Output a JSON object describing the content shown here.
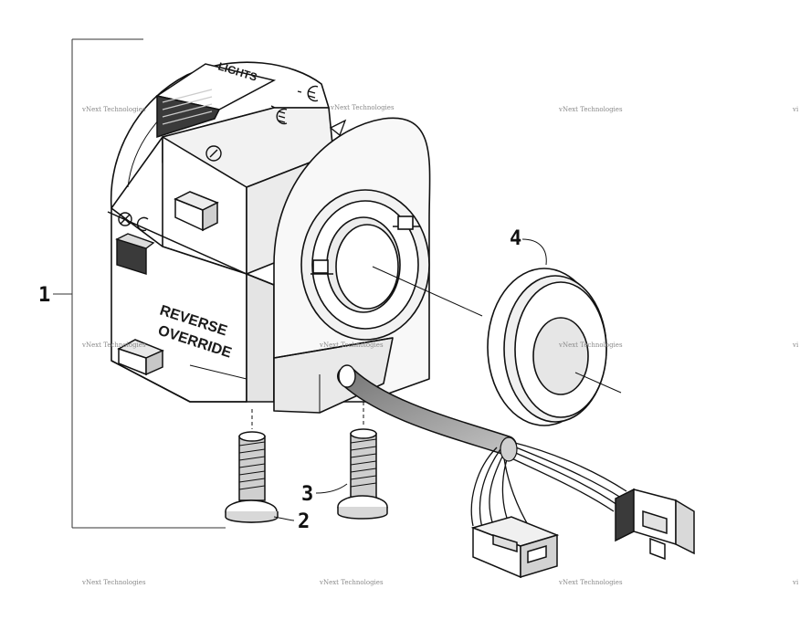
{
  "callouts": {
    "part1": "1",
    "part2": "2",
    "part3": "3",
    "part4": "4"
  },
  "housing_labels": {
    "lights": "LIGHTS",
    "reverse": "REVERSE",
    "override": "OVERRIDE"
  },
  "watermark": {
    "text": "vNext Technologies"
  }
}
